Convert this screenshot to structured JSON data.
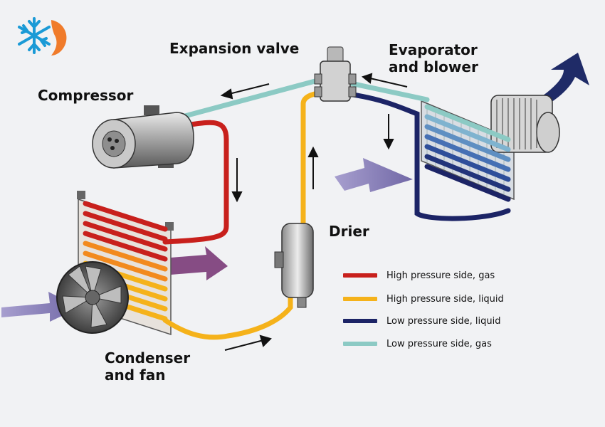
{
  "labels": {
    "expansion_valve": "Expansion valve",
    "evaporator_line1": "Evaporator",
    "evaporator_line2": "and blower",
    "compressor": "Compressor",
    "drier": "Drier",
    "condenser_line1": "Condenser",
    "condenser_line2": "and fan"
  },
  "legend": [
    {
      "label": "High pressure side, gas",
      "color": "#c8201c"
    },
    {
      "label": "High pressure side, liquid",
      "color": "#f5b21a"
    },
    {
      "label": "Low pressure side, liquid",
      "color": "#1c2466"
    },
    {
      "label": "Low pressure side, gas",
      "color": "#8ccac4"
    }
  ],
  "logo": {
    "icon": "snowflake-flame-logo",
    "snow_color": "#1a9ad6",
    "flame_color": "#f07b2a"
  }
}
